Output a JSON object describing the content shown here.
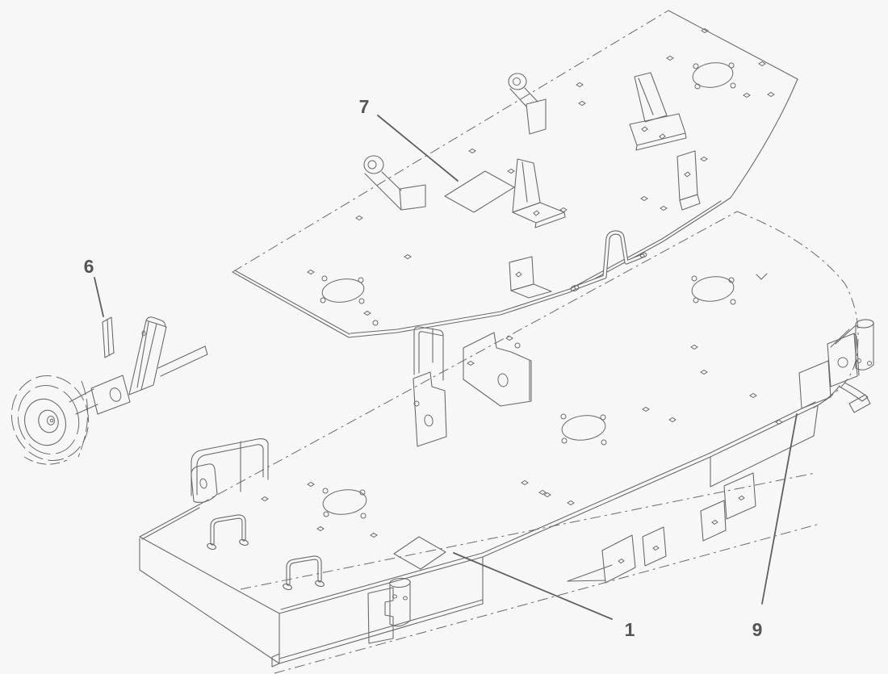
{
  "figure": {
    "background_color": "#f7f7f7",
    "line_color": "#6b6b6b",
    "callout_color": "#555555"
  },
  "callouts": [
    {
      "label": "7"
    },
    {
      "label": "6"
    },
    {
      "label": "1"
    },
    {
      "label": "9"
    }
  ]
}
